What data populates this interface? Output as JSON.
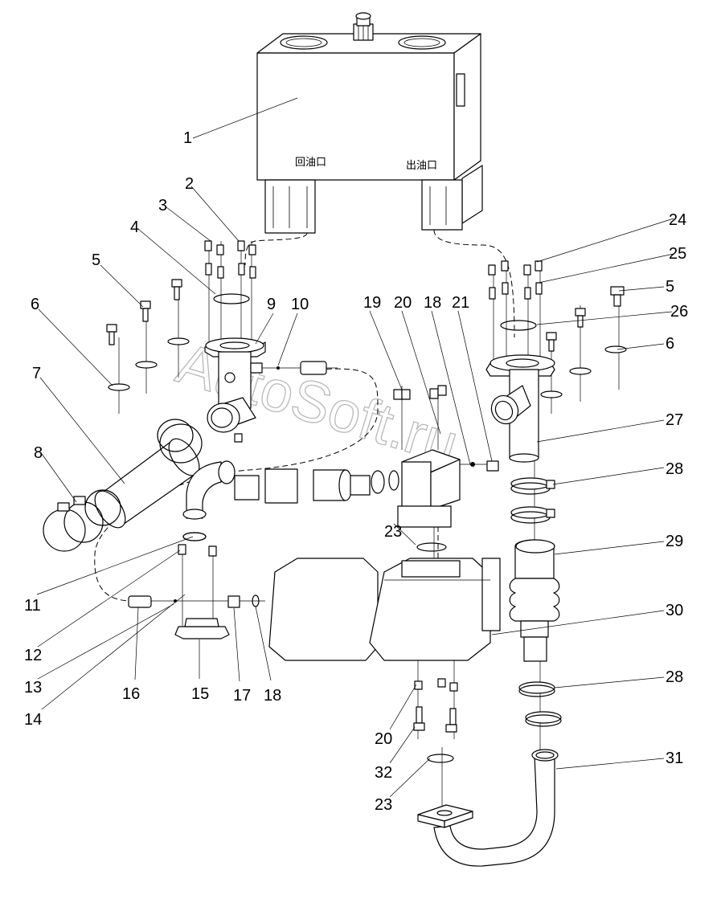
{
  "watermark": "AutoSoft.ru",
  "port_labels": {
    "return": "回油口",
    "outlet": "出油口"
  },
  "callouts": [
    {
      "id": "c1",
      "text": "1"
    },
    {
      "id": "c2",
      "text": "2"
    },
    {
      "id": "c3",
      "text": "3"
    },
    {
      "id": "c4",
      "text": "4"
    },
    {
      "id": "c5a",
      "text": "5"
    },
    {
      "id": "c6a",
      "text": "6"
    },
    {
      "id": "c7",
      "text": "7"
    },
    {
      "id": "c8",
      "text": "8"
    },
    {
      "id": "c9",
      "text": "9"
    },
    {
      "id": "c10",
      "text": "10"
    },
    {
      "id": "c11",
      "text": "11"
    },
    {
      "id": "c12",
      "text": "12"
    },
    {
      "id": "c13",
      "text": "13"
    },
    {
      "id": "c14",
      "text": "14"
    },
    {
      "id": "c15",
      "text": "15"
    },
    {
      "id": "c16",
      "text": "16"
    },
    {
      "id": "c17",
      "text": "17"
    },
    {
      "id": "c18a",
      "text": "18"
    },
    {
      "id": "c18b",
      "text": "18"
    },
    {
      "id": "c19",
      "text": "19"
    },
    {
      "id": "c20a",
      "text": "20"
    },
    {
      "id": "c20b",
      "text": "20"
    },
    {
      "id": "c21",
      "text": "21"
    },
    {
      "id": "c23a",
      "text": "23"
    },
    {
      "id": "c23b",
      "text": "23"
    },
    {
      "id": "c24",
      "text": "24"
    },
    {
      "id": "c25",
      "text": "25"
    },
    {
      "id": "c5b",
      "text": "5"
    },
    {
      "id": "c26",
      "text": "26"
    },
    {
      "id": "c6b",
      "text": "6"
    },
    {
      "id": "c27",
      "text": "27"
    },
    {
      "id": "c28a",
      "text": "28"
    },
    {
      "id": "c28b",
      "text": "28"
    },
    {
      "id": "c29",
      "text": "29"
    },
    {
      "id": "c30",
      "text": "30"
    },
    {
      "id": "c31",
      "text": "31"
    },
    {
      "id": "c32",
      "text": "32"
    }
  ]
}
